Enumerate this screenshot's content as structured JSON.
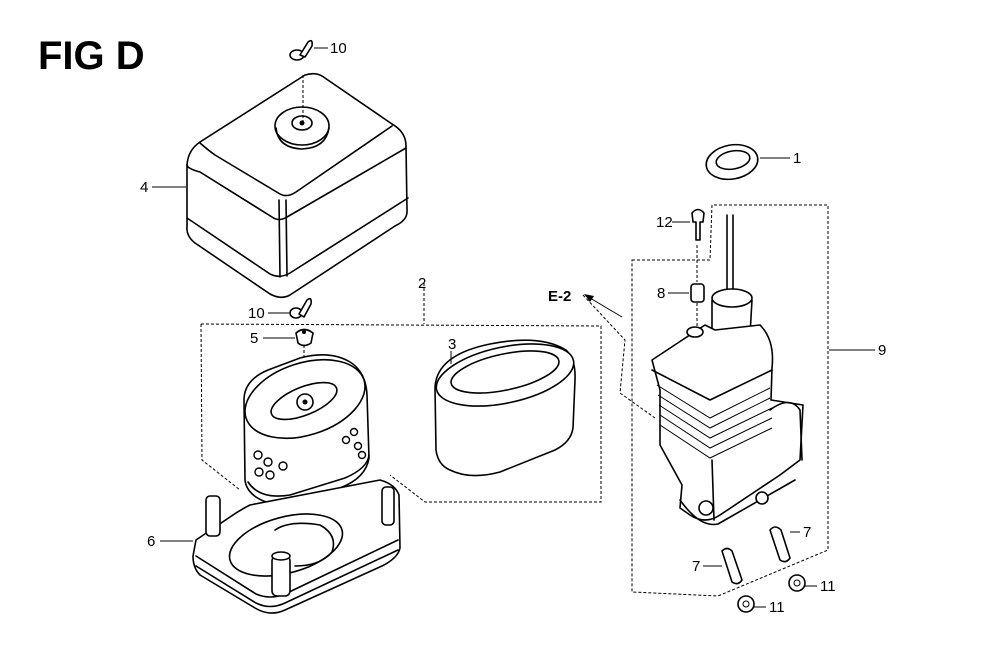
{
  "title": "FIG D",
  "cross_reference": "E-2",
  "callouts": {
    "c1": "1",
    "c2": "2",
    "c3": "3",
    "c4": "4",
    "c5": "5",
    "c6": "6",
    "c7a": "7",
    "c7b": "7",
    "c8": "8",
    "c9": "9",
    "c10a": "10",
    "c10b": "10",
    "c11a": "11",
    "c11b": "11",
    "c12": "12"
  },
  "colors": {
    "ink": "#000000",
    "paper": "#ffffff"
  }
}
